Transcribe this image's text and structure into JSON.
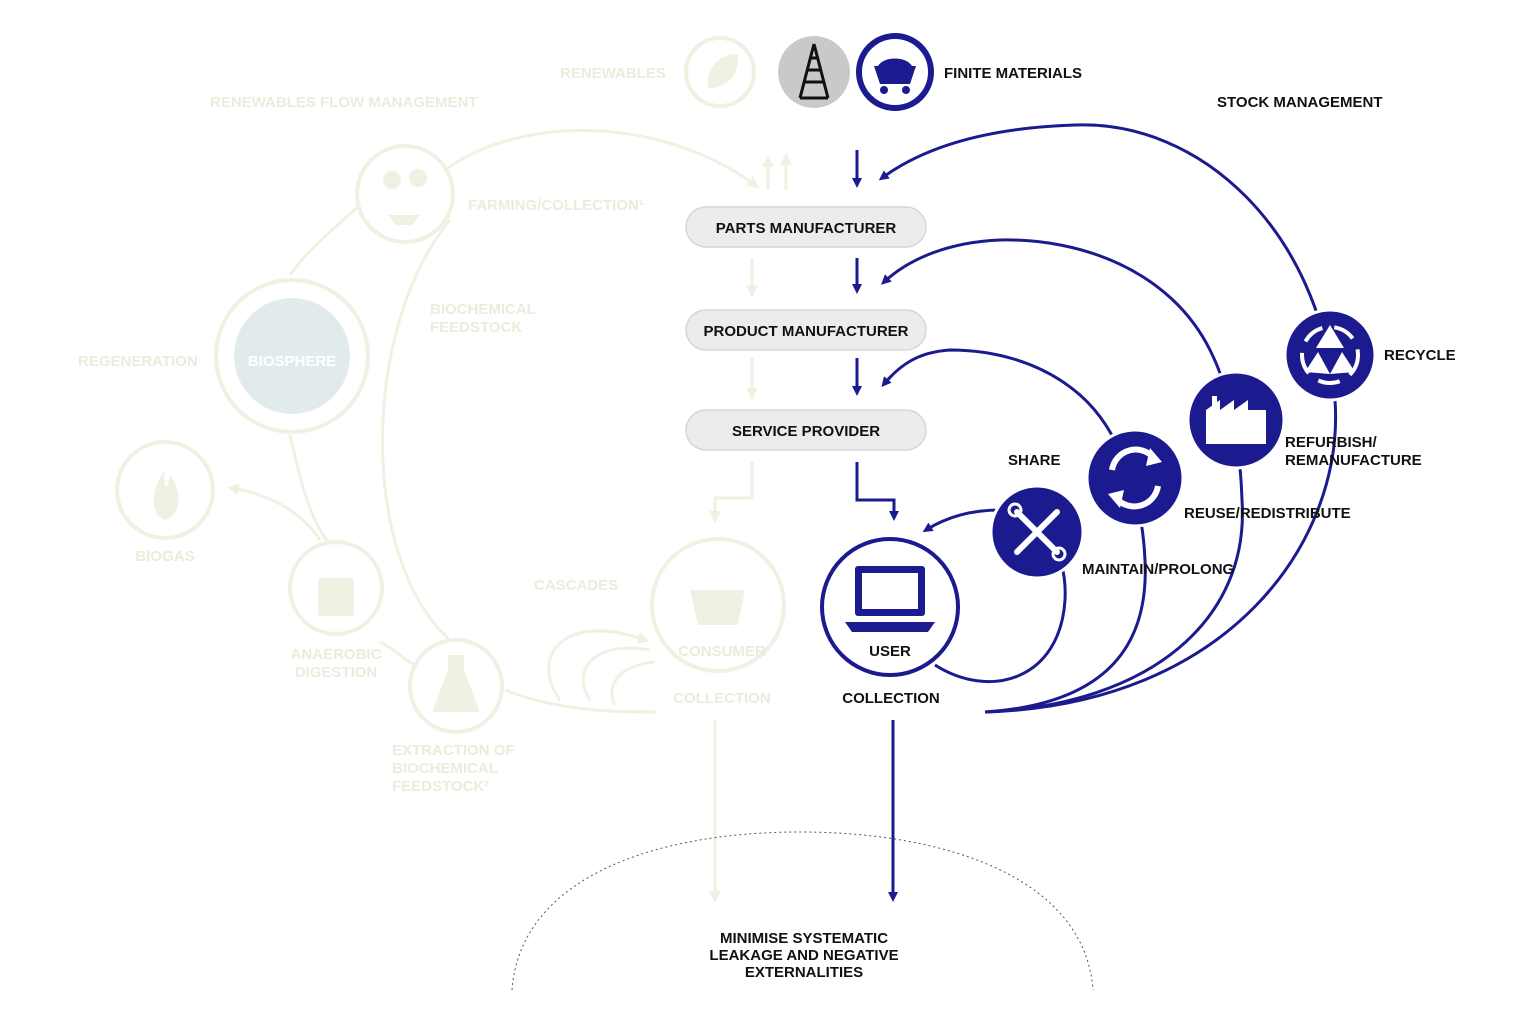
{
  "colors": {
    "accent": "#1b1b8f",
    "faint_green": "#eef2e2",
    "faint_text": "#e8eddc",
    "box_fill": "#ececec",
    "box_stroke": "#d6d6d6",
    "text": "#111111"
  },
  "top": {
    "renewables": "RENEWABLES",
    "finite_materials": "FINITE MATERIALS",
    "renewables_flow_management": "RENEWABLES FLOW MANAGEMENT",
    "stock_management": "STOCK MANAGEMENT"
  },
  "chain": {
    "parts_manufacturer": "PARTS MANUFACTURER",
    "product_manufacturer": "PRODUCT MANUFACTURER",
    "service_provider": "SERVICE PROVIDER"
  },
  "biological": {
    "farming_collection": "FARMING/COLLECTION¹",
    "biochemical_feedstock": [
      "BIOCHEMICAL",
      "FEEDSTOCK"
    ],
    "regeneration": "REGENERATION",
    "biosphere": "BIOSPHERE",
    "biogas": "BIOGAS",
    "anaerobic_digestion": [
      "ANAEROBIC",
      "DIGESTION"
    ],
    "extraction": [
      "EXTRACTION OF",
      "BIOCHEMICAL",
      "FEEDSTOCK²"
    ],
    "cascades": "CASCADES",
    "consumer": "CONSUMER",
    "collection": "COLLECTION"
  },
  "technical": {
    "user": "USER",
    "collection": "COLLECTION",
    "share": "SHARE",
    "maintain_prolong": "MAINTAIN/PROLONG",
    "reuse_redistribute": "REUSE/REDISTRIBUTE",
    "refurbish_remanufacture": [
      "REFURBISH/",
      "REMANUFACTURE"
    ],
    "recycle": "RECYCLE"
  },
  "bottom": {
    "leakage": [
      "MINIMISE SYSTEMATIC",
      "LEAKAGE AND NEGATIVE",
      "EXTERNALITIES"
    ]
  },
  "icons": [
    "leaf-icon",
    "oil-rig-icon",
    "mine-cart-icon",
    "plant-fish-icon",
    "globe-icon",
    "flame-icon",
    "digester-icon",
    "flask-icon",
    "cart-leaf-icon",
    "laptop-icon",
    "wrench-icon",
    "refresh-icon",
    "factory-icon",
    "recycle-icon"
  ]
}
